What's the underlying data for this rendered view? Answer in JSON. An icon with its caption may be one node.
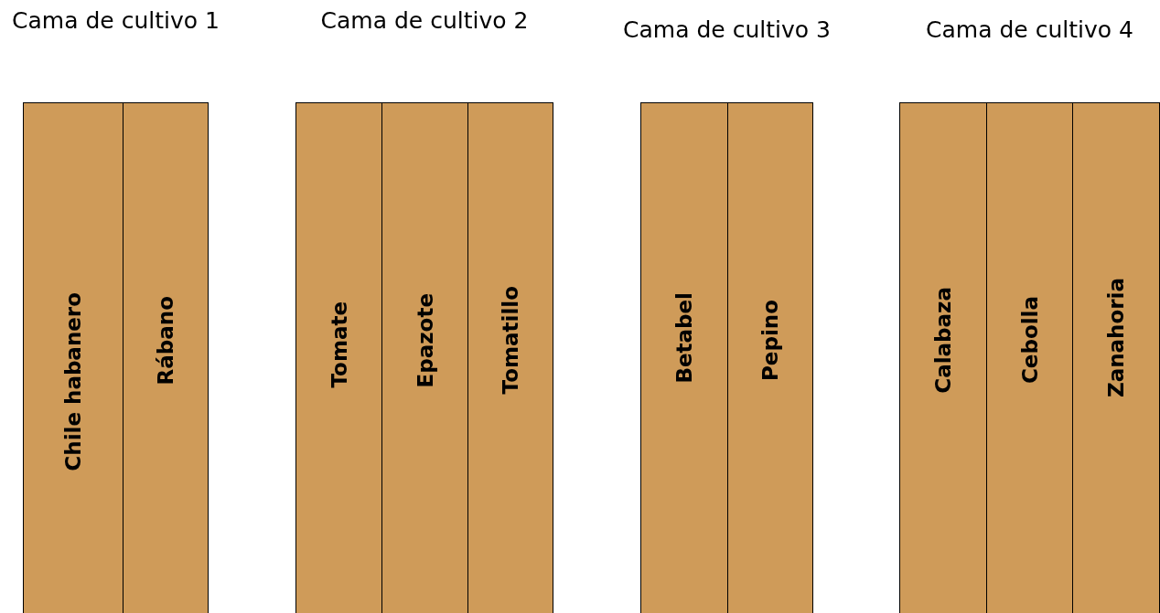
{
  "diagram": {
    "nodes": [
      {
        "text": [
          "Cama de cultivo 1"
        ]
      },
      {
        "text": [
          "Chile habanero"
        ],
        "in": 0
      },
      {
        "text": [
          "Rábano"
        ],
        "in": 0
      },
      {
        "text": [
          "Cama de cultivo 2"
        ]
      },
      {
        "text": [
          "Tomate"
        ],
        "in": 3
      },
      {
        "text": [
          "Epazote"
        ],
        "in": 3
      },
      {
        "text": [
          "Tomatillo"
        ],
        "in": 3
      },
      {
        "text": [
          "Cama de cultivo 3"
        ]
      },
      {
        "text": [
          "Betabel"
        ],
        "in": 7
      },
      {
        "text": [
          "Pepino"
        ],
        "in": 7
      },
      {
        "text": [
          "Cama de cultivo 4"
        ]
      },
      {
        "text": [
          "Calabaza"
        ],
        "in": 10
      },
      {
        "text": [
          "Cebolla"
        ],
        "in": 10
      },
      {
        "text": [
          "Zanahoria"
        ],
        "in": 10
      }
    ]
  }
}
